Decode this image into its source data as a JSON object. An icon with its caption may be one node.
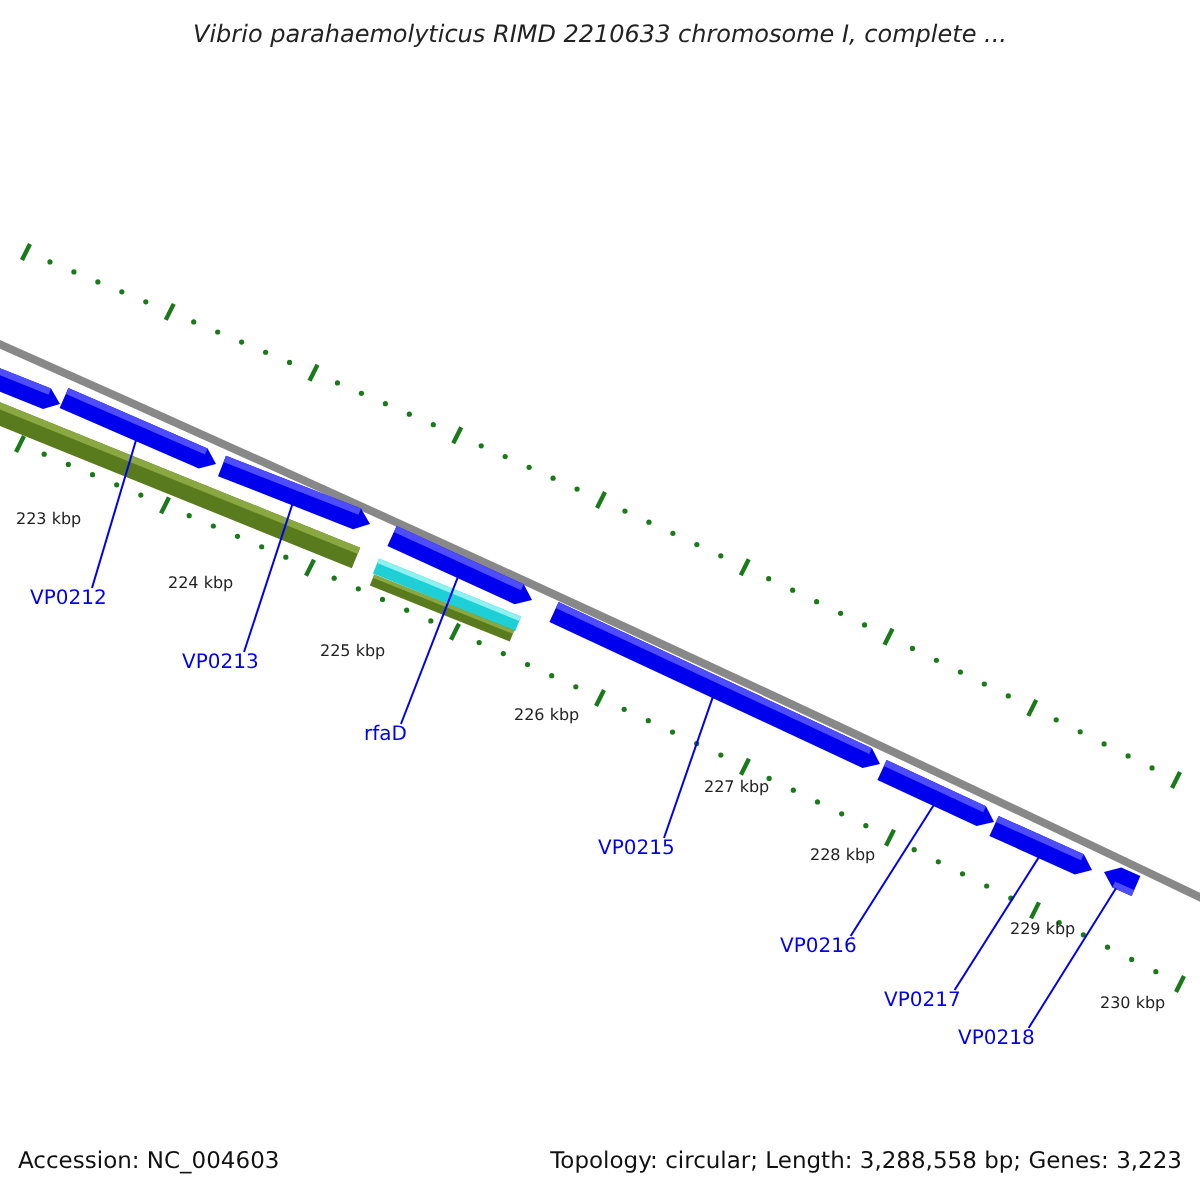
{
  "diagram": {
    "title": "Vibrio parahaemolyticus RIMD 2210633 chromosome I, complete ...",
    "nodes": [
      {
        "text": [
          "VP0212"
        ]
      },
      {
        "text": [
          "VP0213"
        ]
      },
      {
        "text": [
          "rfaD"
        ]
      },
      {
        "text": [
          "VP0215"
        ]
      },
      {
        "text": [
          "VP0216"
        ]
      },
      {
        "text": [
          "VP0217"
        ]
      },
      {
        "text": [
          "VP0218"
        ]
      },
      {
        "text": [],
        "shape": "arrow"
      },
      {
        "text": [],
        "shape": "arrow"
      },
      {
        "text": [],
        "shape": "arrow"
      },
      {
        "text": [],
        "shape": "arrow"
      },
      {
        "text": [],
        "shape": "arrow"
      },
      {
        "text": [],
        "shape": "arrow"
      },
      {
        "text": [],
        "shape": "arrow"
      },
      {
        "text": [],
        "shape": "arrow"
      },
      {
        "text": [],
        "shape": "bar"
      },
      {
        "text": [],
        "shape": "bar"
      },
      {
        "text": [],
        "shape": "bar"
      }
    ],
    "edges": [
      {
        "from": 0,
        "to": 8,
        "arrow": "none"
      },
      {
        "from": 1,
        "to": 9,
        "arrow": "none"
      },
      {
        "from": 2,
        "to": 10,
        "arrow": "none"
      },
      {
        "from": 3,
        "to": 11,
        "arrow": "none"
      },
      {
        "from": 4,
        "to": 12,
        "arrow": "none"
      },
      {
        "from": 5,
        "to": 13,
        "arrow": "none"
      },
      {
        "from": 6,
        "to": 14,
        "arrow": "none"
      }
    ],
    "labels": [
      "223 kbp",
      "224 kbp",
      "225 kbp",
      "226 kbp",
      "227 kbp",
      "228 kbp",
      "229 kbp",
      "230 kbp",
      "Accession: NC_004603",
      "Topology: circular; Length: 3,288,558 bp; Genes: 3,223"
    ]
  }
}
